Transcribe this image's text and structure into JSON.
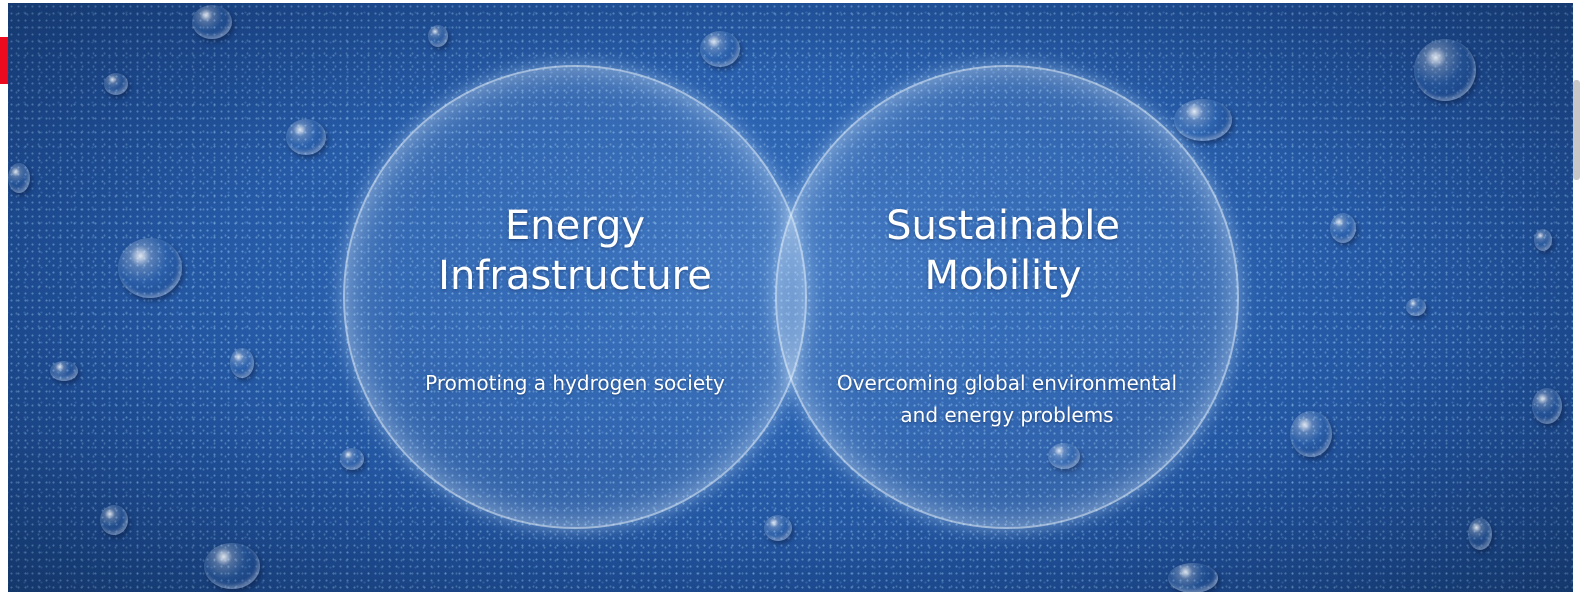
{
  "banner": {
    "bubbles": [
      {
        "title_line1": "Energy",
        "title_line2": "Infrastructure",
        "subtitle_line1": "Promoting a hydrogen society",
        "subtitle_line2": ""
      },
      {
        "title_line1": "Sustainable",
        "title_line2": "Mobility",
        "subtitle_line1": "Overcoming global environmental",
        "subtitle_line2": "and energy problems"
      }
    ]
  },
  "colors": {
    "accent_red": "#eb0a1e",
    "background_blue": "#2b62b0",
    "text": "#ffffff"
  }
}
